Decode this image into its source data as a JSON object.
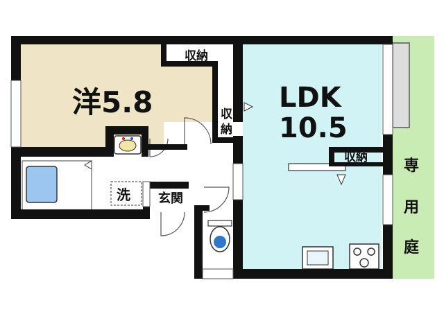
{
  "colors": {
    "wall": "#111111",
    "western_room": "#efe4c6",
    "ldk": "#d2f3f6",
    "garden": "#c9ecb4",
    "bath": "#9cc6ef",
    "toilet_bowl": "#2f78c8",
    "door_arc": "#555555",
    "window": "#ffffff"
  },
  "rooms": {
    "western": {
      "kanji": "洋",
      "size": "5.8"
    },
    "ldk": {
      "name": "LDK",
      "size": "10.5"
    },
    "storage_top": "収納",
    "storage_side_line1": "収",
    "storage_side_line2": "納",
    "storage_ldk": "収納",
    "laundry": "洗",
    "entrance": "玄関",
    "garden": {
      "char1": "専",
      "char2": "用",
      "char3": "庭"
    }
  }
}
